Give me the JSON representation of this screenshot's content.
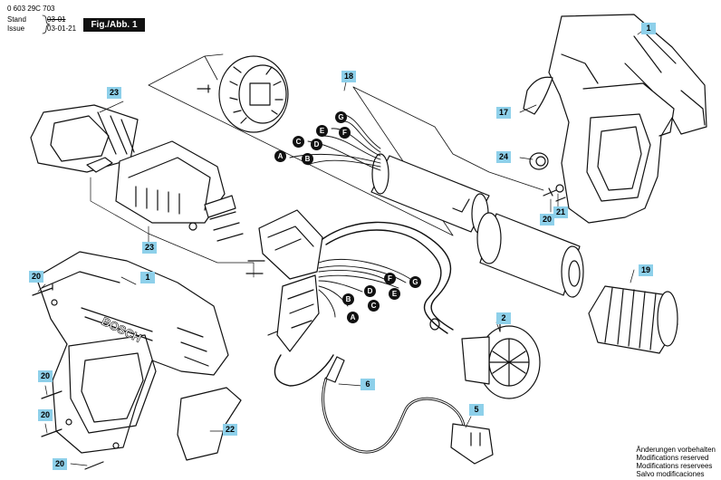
{
  "header": {
    "doc_number": "0 603 29C 703",
    "stand_label": "Stand",
    "issue_label": "Issue",
    "stand_date": "03-01",
    "issue_date": "03-01-21",
    "figure_label": "Fig./Abb. 1"
  },
  "brand_text": "BOSCH",
  "callouts": {
    "c1_top": "1",
    "c1_left": "1",
    "c2": "2",
    "c5": "5",
    "c6": "6",
    "c17": "17",
    "c18": "18",
    "c19": "19",
    "c20_a": "20",
    "c20_b": "20",
    "c20_c": "20",
    "c20_d": "20",
    "c20_e": "20",
    "c21": "21",
    "c22": "22",
    "c23_top": "23",
    "c23_bottom": "23",
    "c24": "24"
  },
  "wire_letters": {
    "upper": [
      "A",
      "B",
      "C",
      "D",
      "E",
      "F",
      "G"
    ],
    "lower": [
      "A",
      "B",
      "C",
      "D",
      "E",
      "F",
      "G"
    ]
  },
  "footer": {
    "lines": [
      "Änderungen vorbehalten",
      "Modifications reserved",
      "Modifications reservees",
      "Salvo modificaciones"
    ]
  }
}
